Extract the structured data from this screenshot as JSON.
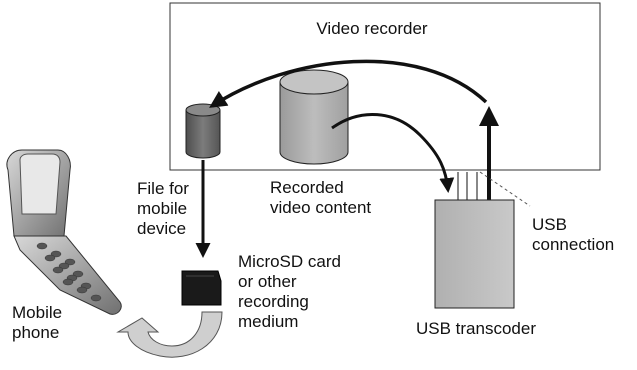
{
  "diagram": {
    "recorder_title": "Video recorder",
    "small_cylinder_label": [
      "File for",
      "mobile",
      "device"
    ],
    "large_cylinder_label": [
      "Recorded",
      "video content"
    ],
    "sd_card_label": [
      "MicroSD card",
      "or other",
      "recording",
      "medium"
    ],
    "phone_label": [
      "Mobile",
      "phone"
    ],
    "transcoder_label": "USB transcoder",
    "usb_label": [
      "USB",
      "connection"
    ]
  },
  "colors": {
    "stroke": "#111111",
    "cylinder_small": "#6e6e6e",
    "cylinder_large": "#a9a9a9",
    "transcoder_fill": "#bdbdbd",
    "sd_card": "#1a1a1a",
    "return_arrow": "#c8c8c8",
    "phone_body": "#9a9a9a"
  },
  "icons": [
    "small-cylinder-icon",
    "large-cylinder-icon",
    "microsd-card-icon",
    "mobile-phone-icon",
    "transcoder-box-icon"
  ]
}
